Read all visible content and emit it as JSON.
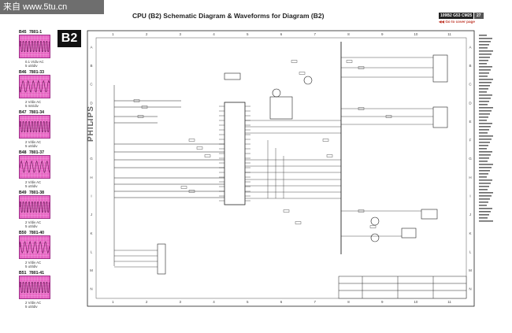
{
  "watermark": {
    "text": "来自 www.5tu.cn"
  },
  "header": {
    "title": "CPU (B2) Schematic Diagram & Waveforms for Diagram (B2)",
    "doc_code": "109B2 G53 CM25",
    "page_number": "27",
    "cover_link": "Go to cover page",
    "section_label": "B2"
  },
  "brand": {
    "vertical_text": "PHILIPS"
  },
  "waveforms": [
    {
      "code": "B45",
      "ref": "7801-1",
      "lines": [
        "0.1 V/div AC",
        "5 uS/div"
      ]
    },
    {
      "code": "B46",
      "ref": "7801-33",
      "lines": [
        "2 V/div AC",
        "5 mS/div"
      ]
    },
    {
      "code": "B47",
      "ref": "7801-34",
      "lines": [
        "2 V/div AC",
        "5 uS/div"
      ]
    },
    {
      "code": "B48",
      "ref": "7801-37",
      "lines": [
        "2 V/div AC",
        "5 uS/div"
      ]
    },
    {
      "code": "B49",
      "ref": "7801-38",
      "lines": [
        "2 V/div AC",
        "5 uS/div"
      ]
    },
    {
      "code": "B50",
      "ref": "7801-40",
      "lines": [
        "2 V/div AC",
        "5 uS/div"
      ]
    },
    {
      "code": "B51",
      "ref": "7801-41",
      "lines": [
        "2 V/div AC",
        "5 uS/div"
      ]
    }
  ],
  "grid": {
    "columns": [
      "1",
      "2",
      "3",
      "4",
      "5",
      "6",
      "7",
      "8",
      "9",
      "10",
      "11"
    ],
    "rows": [
      "A",
      "B",
      "C",
      "D",
      "E",
      "F",
      "G",
      "H",
      "I",
      "J",
      "K",
      "L",
      "M",
      "N"
    ]
  },
  "colors": {
    "waveform_bg": "#e866c4",
    "waveform_trace": "#5a0f4a",
    "schematic_line": "#222222",
    "title_block_code_bg": "#222222",
    "cover_link": "#c0392b"
  }
}
